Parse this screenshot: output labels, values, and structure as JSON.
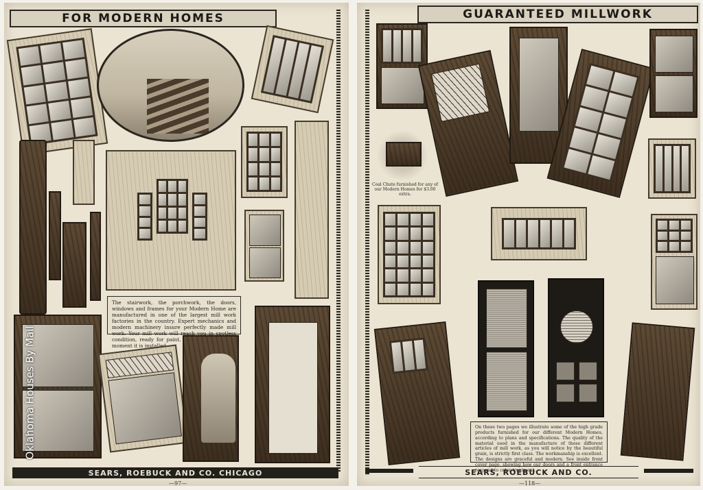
{
  "left_page": {
    "header": "FOR MODERN HOMES",
    "caption": "The stairwork, the porchwork, the doors, windows and frames for your Modern Home are manufactured in one of the largest mill work factories in the country. Expert mechanics and modern machinery insure perfectly made mill work. Your mill work will reach you in spotless condition, ready for paint, stain or varnish the moment it is installed.",
    "footer": "SEARS, ROEBUCK AND CO. CHICAGO",
    "page_number": "—97—"
  },
  "right_page": {
    "header": "GUARANTEED MILLWORK",
    "coal_chute_caption": "Coal Chute furnished for any of our Modern Homes for $3.00 extra.",
    "caption": "On these two pages we illustrate some of the high grade products furnished for our different Modern Homes, according to plans and specifications. The quality of the material used in the manufacture of these different articles of mill work, as you will notice by the beautiful grain, is strictly first class. The workmanship is excellent. The designs are graceful and modern. See inside front cover page, showing how our doors and a front entrance respond to color treatment.",
    "footer": "SEARS, ROEBUCK AND CO.",
    "page_number": "—118—"
  },
  "watermark": "Oklahoma Houses By Mail",
  "colors": {
    "paper": "#ebe4d3",
    "ink": "#22201b",
    "wood_dark": "#3c2e20"
  }
}
